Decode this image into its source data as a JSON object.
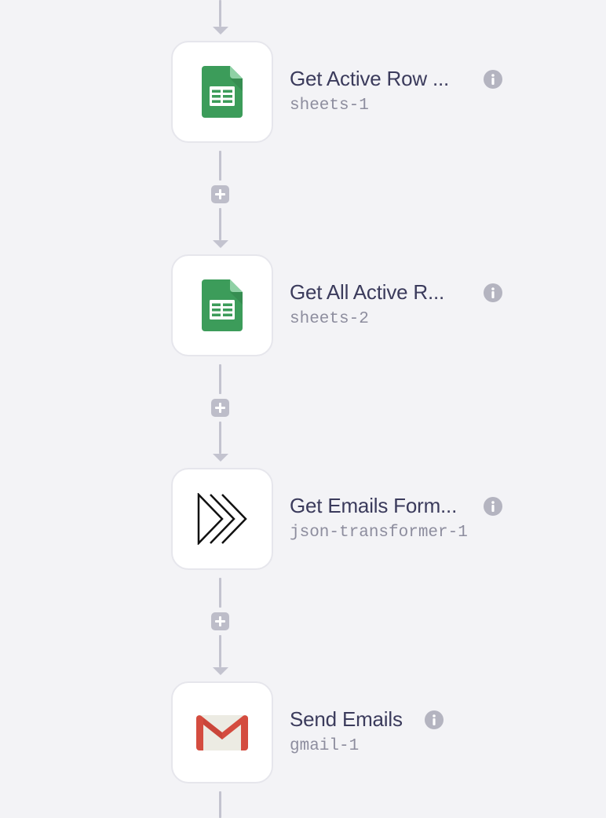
{
  "workflow": {
    "steps": [
      {
        "title": "Get Active Row ...",
        "id": "sheets-1",
        "icon": "google-sheets-icon"
      },
      {
        "title": "Get All Active R...",
        "id": "sheets-2",
        "icon": "google-sheets-icon"
      },
      {
        "title": "Get Emails Form...",
        "id": "json-transformer-1",
        "icon": "json-transformer-icon"
      },
      {
        "title": "Send Emails",
        "id": "gmail-1",
        "icon": "gmail-icon"
      }
    ]
  },
  "colors": {
    "background": "#f3f3f6",
    "connector": "#c3c3cf",
    "add_button": "#bdbdc9",
    "title_text": "#3b3b5c",
    "id_text": "#8d8d9e",
    "info_icon": "#b4b4c0",
    "sheets_green": "#3c9c5a",
    "gmail_red": "#d44c3f"
  }
}
